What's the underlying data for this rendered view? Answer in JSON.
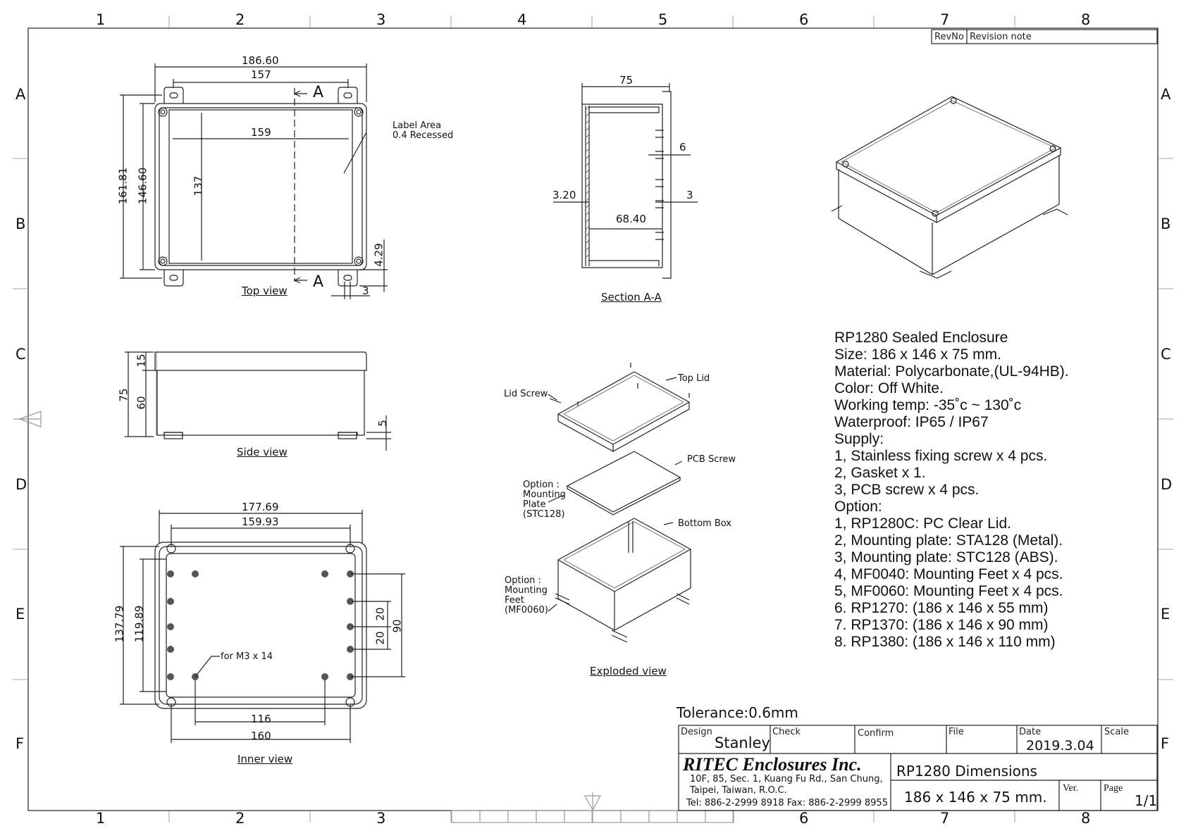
{
  "grid": {
    "cols": [
      "1",
      "2",
      "3",
      "4",
      "5",
      "6",
      "7",
      "8"
    ],
    "rows": [
      "A",
      "B",
      "C",
      "D",
      "E",
      "F"
    ]
  },
  "revision": {
    "revno": "RevNo",
    "note": "Revision note"
  },
  "top_view": {
    "title": "Top view",
    "dims": {
      "overall_width": "186.60",
      "hole_width": "157",
      "inner_width": "159",
      "overall_height": "161.81",
      "body_height": "146.60",
      "inner_height": "137",
      "tab": "4.29",
      "tab_w": "3"
    },
    "section_mark": "A",
    "label_area": [
      "Label Area",
      "0.4 Recessed"
    ]
  },
  "section_view": {
    "title": "Section A-A",
    "dims": {
      "depth": "75",
      "wall": "3.20",
      "inner_depth": "68.40",
      "rib": "6",
      "rib_gap": "3"
    }
  },
  "side_view": {
    "title": "Side view",
    "dims": {
      "total": "75",
      "lid": "15",
      "body": "60",
      "foot": "5"
    }
  },
  "inner_view": {
    "title": "Inner view",
    "dims": {
      "outer_w": "177.69",
      "inner_w": "159.93",
      "outer_h": "137.79",
      "inner_h": "119.89",
      "boss_w": "116",
      "bottom_w": "160",
      "pitch1": "20",
      "pitch2": "20",
      "span": "90"
    },
    "hole_note": "for M3 x 14"
  },
  "exploded_view": {
    "title": "Exploded view",
    "labels": {
      "top_lid": "Top Lid",
      "lid_screw": "Lid Screw",
      "pcb_screw": "PCB Screw",
      "plate": [
        "Option :",
        "Mounting",
        "Plate",
        "(STC128)"
      ],
      "bottom_box": "Bottom Box",
      "feet": [
        "Option :",
        "Mounting",
        "Feet",
        "(MF0060)"
      ]
    }
  },
  "specs": [
    "RP1280 Sealed Enclosure",
    "Size: 186 x 146 x 75 mm.",
    "Material: Polycarbonate,(UL-94HB).",
    "Color: Off White.",
    "Working temp: -35˚c ~ 130˚c",
    "Waterproof: IP65 / IP67",
    "Supply:",
    "1, Stainless fixing screw x 4 pcs.",
    "2, Gasket x 1.",
    "3, PCB screw x 4 pcs.",
    "Option:",
    "1, RP1280C: PC Clear Lid.",
    "2, Mounting plate: STA128 (Metal).",
    "3, Mounting plate: STC128 (ABS).",
    "4, MF0040: Mounting Feet x 4 pcs.",
    "5, MF0060: Mounting Feet x 4 pcs.",
    "6. RP1270: (186 x 146 x 55 mm)",
    "7. RP1370: (186 x 146 x 90 mm)",
    "8. RP1380: (186 x 146 x 110 mm)"
  ],
  "title_block": {
    "tolerance": "Tolerance:0.6mm",
    "design_label": "Design",
    "design_value": "Stanley",
    "check_label": "Check",
    "confirm_label": "Confirm",
    "file_label": "File",
    "date_label": "Date",
    "date_value": "2019.3.04",
    "scale_label": "Scale",
    "company": "RITEC Enclosures Inc.",
    "address": [
      "10F, 85, Sec. 1, Kuang Fu Rd., San Chung,",
      "Taipei, Taiwan, R.O.C.",
      "Tel: 886-2-2999 8918   Fax: 886-2-2999 8955"
    ],
    "drawing_title": "RP1280 Dimensions",
    "size": "186 x 146 x 75 mm.",
    "ver_label": "Ver.",
    "page_label": "Page",
    "page_value": "1/1"
  }
}
